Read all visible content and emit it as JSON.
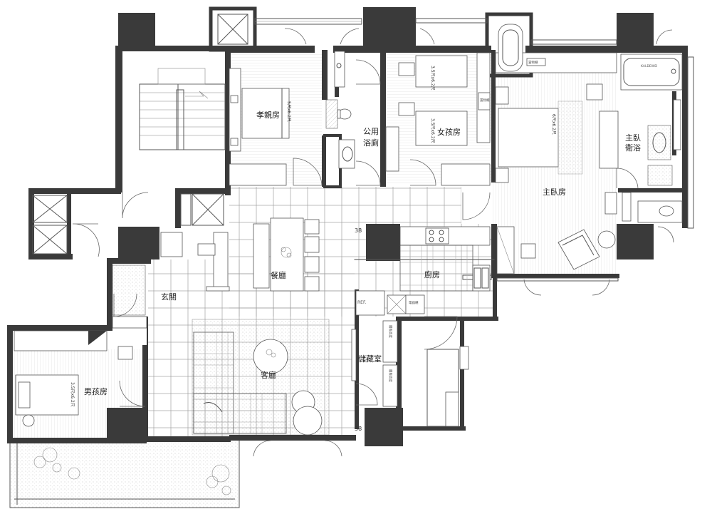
{
  "rooms": {
    "elder_room": "孝親房",
    "public_bath_line1": "公用",
    "public_bath_line2": "浴廁",
    "girl_room": "女孩房",
    "master_bedroom": "主臥房",
    "master_bath_line1": "主臥",
    "master_bath_line2": "衛浴",
    "dining": "餐廳",
    "kitchen": "廚房",
    "entrance": "玄關",
    "living": "客廳",
    "storage": "儲藏室",
    "boy_room": "男孩房"
  },
  "beds": {
    "elder_bed": "5尺x6.2尺",
    "girl_bed_upper": "3.5尺x6.2尺",
    "girl_bed_lower": "3.5尺x6.2尺",
    "master_bed": "6尺x6.2尺",
    "boy_bed": "3.5尺x6.2尺"
  },
  "markers": {
    "dim_kitchen": "38",
    "dim_storage": "38",
    "fridge": "REF.",
    "dishwasher": "電器櫃",
    "wardrobe_girl": "置物櫃",
    "tub_label": "KALDEWEI",
    "storage_shelf_a": "層板高度",
    "storage_shelf_b": "層板高度"
  },
  "icons": [
    "stair-icon",
    "door-swing-icon",
    "bathtub-icon",
    "toilet-icon",
    "sink-icon",
    "armchair-icon",
    "plant-icon",
    "round-table-icon"
  ]
}
